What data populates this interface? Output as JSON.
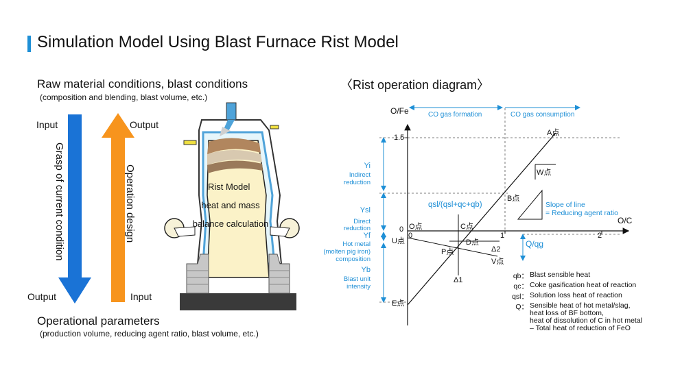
{
  "title": "Simulation Model Using Blast Furnace Rist Model",
  "left": {
    "raw_heading": "Raw material conditions, blast conditions",
    "raw_sub": "(composition and blending, blast volume, etc.)",
    "op_heading": "Operational parameters",
    "op_sub": "(production volume, reducing agent ratio, blast volume, etc.)",
    "blue_arrow": {
      "top_label": "Input",
      "bottom_label": "Output",
      "caption": "Grasp of current condition",
      "color": "#1a73d6"
    },
    "orange_arrow": {
      "top_label": "Output",
      "bottom_label": "Input",
      "caption": "Operation design",
      "color": "#f7941d"
    },
    "furnace": {
      "line1": "Rist Model",
      "line2": "heat and mass",
      "line3": "balance calculation"
    }
  },
  "rist": {
    "heading": "〈Rist operation diagram〉",
    "y_axis": "O/Fe",
    "x_axis": "O/C",
    "co_formation": "CO gas formation",
    "co_consumption": "CO gas consumption",
    "ticks": {
      "y15": "1.5",
      "y0": "0",
      "x0": "0",
      "x1": "1",
      "x2": "2"
    },
    "points": {
      "A": "A点",
      "B": "B点",
      "W": "W点",
      "O": "O点",
      "C": "C点",
      "U": "U点",
      "D": "D点",
      "P": "P点",
      "V": "V点",
      "E": "E点"
    },
    "delta1": "Δ1",
    "delta2": "Δ2",
    "formula": "qsl/(qsl+qc+qb)",
    "slope_line1": "Slope of line",
    "slope_line2": "= Reducing agent ratio",
    "q_qg": "Q/qg",
    "left_labels": {
      "yi": "Yi",
      "indirect1": "Indirect",
      "indirect2": "reduction",
      "ysl": "Ysl",
      "direct1": "Direct",
      "direct2": "reduction",
      "yf": "Yf",
      "hot1": "Hot metal",
      "hot2": "(molten pig iron)",
      "hot3": "composition",
      "yb": "Yb",
      "blast1": "Blast unit",
      "blast2": "intensity"
    },
    "legend": [
      {
        "code": "qb：",
        "desc": [
          "Blast sensible heat"
        ]
      },
      {
        "code": "qc：",
        "desc": [
          "Coke gasification heat of reaction"
        ]
      },
      {
        "code": "qsl：",
        "desc": [
          "Solution loss heat of reaction"
        ]
      },
      {
        "code": "Q：",
        "desc": [
          "Sensible heat of hot metal/slag,",
          "heat loss of BF bottom,",
          "heat of dissolution of C in hot metal",
          "– Total heat of reduction of FeO"
        ]
      }
    ],
    "accent_color": "#1e8fd6"
  }
}
